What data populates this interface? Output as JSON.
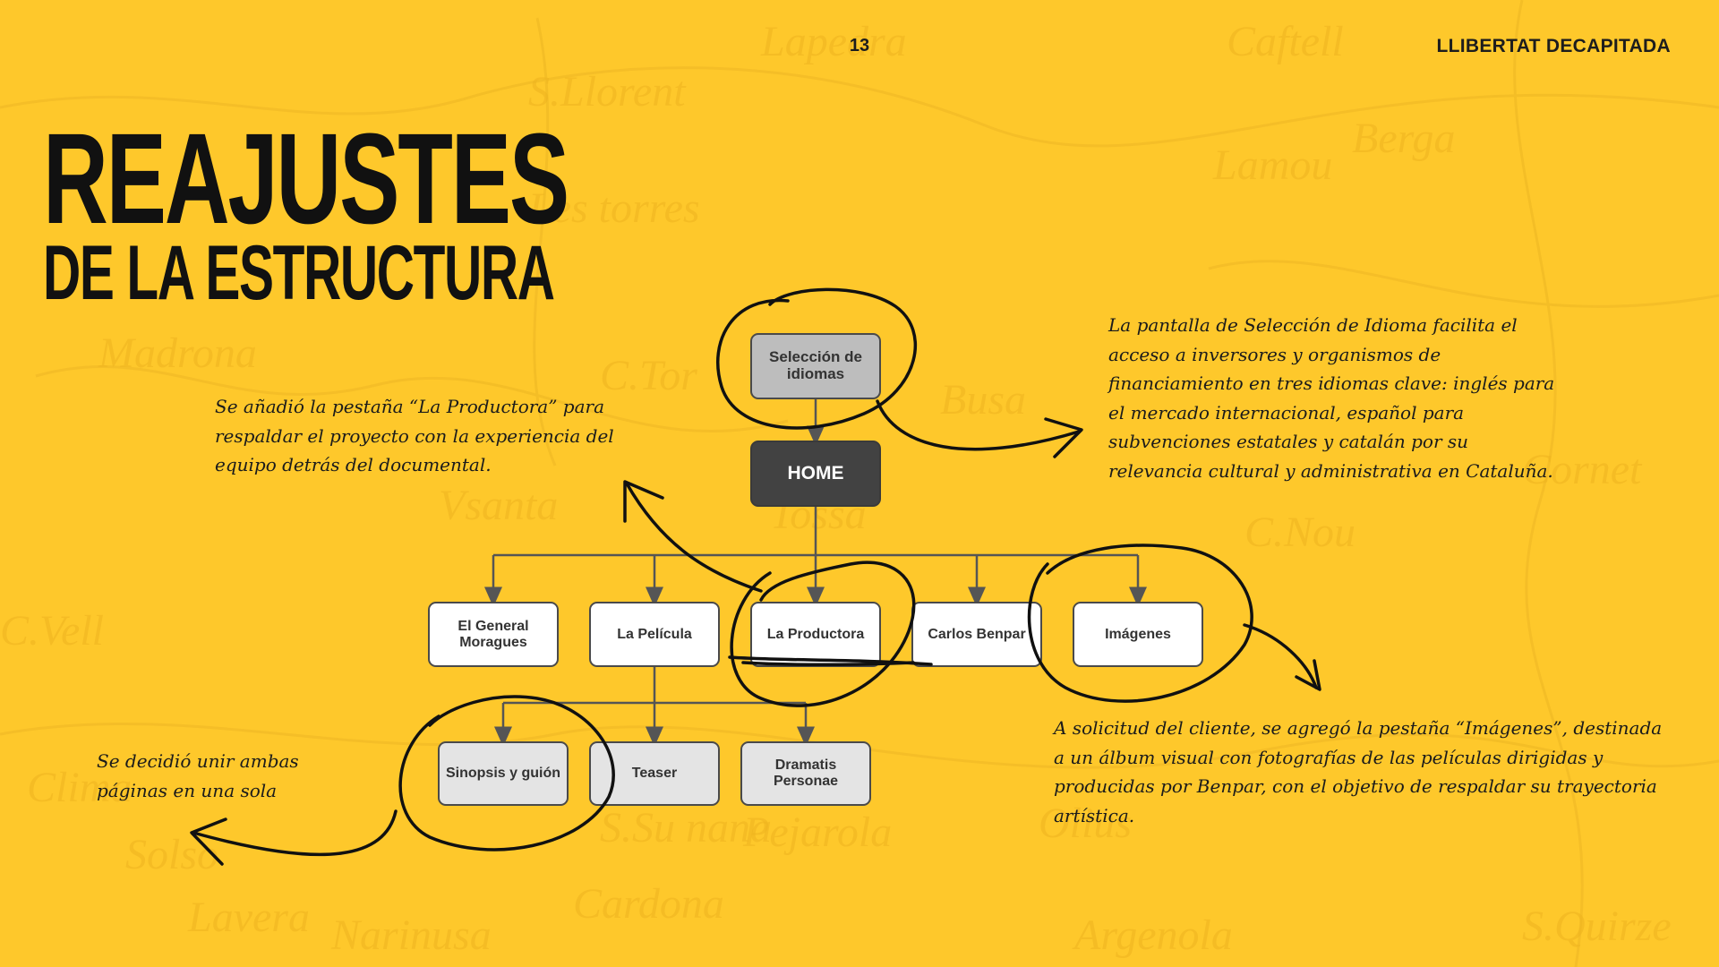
{
  "header": {
    "page_number": "13",
    "brand": "LLIBERTAT DECAPITADA"
  },
  "title": {
    "main": "REAJUSTES",
    "sub": "DE LA ESTRUCTURA"
  },
  "background_map_labels": [
    "Lapedra",
    "S.Llorent",
    "Caftell",
    "Berga",
    "Lamou",
    "Les torres",
    "Madrona",
    "C.Tor",
    "Busa",
    "Vsanta",
    "Tossa",
    "C.Nou",
    "Cornet",
    "C.Vell",
    "Solso",
    "Clima",
    "Pejarola",
    "Lavera",
    "Narinusa",
    "Cardona",
    "S.Su nana",
    "Argenola",
    "S.Quirze",
    "Olius"
  ],
  "diagram": {
    "nodes": {
      "idiomas": "Selección de idiomas",
      "home": "HOME",
      "general": "El General Moragues",
      "pelicula": "La Película",
      "productora": "La Productora",
      "benpar": "Carlos Benpar",
      "imagenes": "Imágenes",
      "sinopsis": "Sinopsis y guión",
      "teaser": "Teaser",
      "dramatis": "Dramatis Personae"
    }
  },
  "notes": {
    "productora": "Se añadió la pestaña “La Productora” para respaldar el proyecto con la experiencia del equipo detrás del documental.",
    "idiomas": "La pantalla de Selección de Idioma facilita el acceso a inversores y organismos de financiamiento en tres idiomas clave: inglés para el mercado internacional, español para subvenciones estatales y catalán por su relevancia cultural y administrativa en Cataluña.",
    "sinopsis": "Se decidió unir ambas páginas en una sola",
    "imagenes": "A solicitud del cliente, se agregó la pestaña “Imágenes”, destinada a un álbum visual con fotografías de las películas dirigidas y producidas por Benpar, con el objetivo de respaldar su trayectoria artística."
  },
  "colors": {
    "background": "#fec82b",
    "text": "#111111",
    "node_dark": "#424242",
    "node_grey": "#bdbdbd",
    "node_light": "#e4e4e4"
  }
}
